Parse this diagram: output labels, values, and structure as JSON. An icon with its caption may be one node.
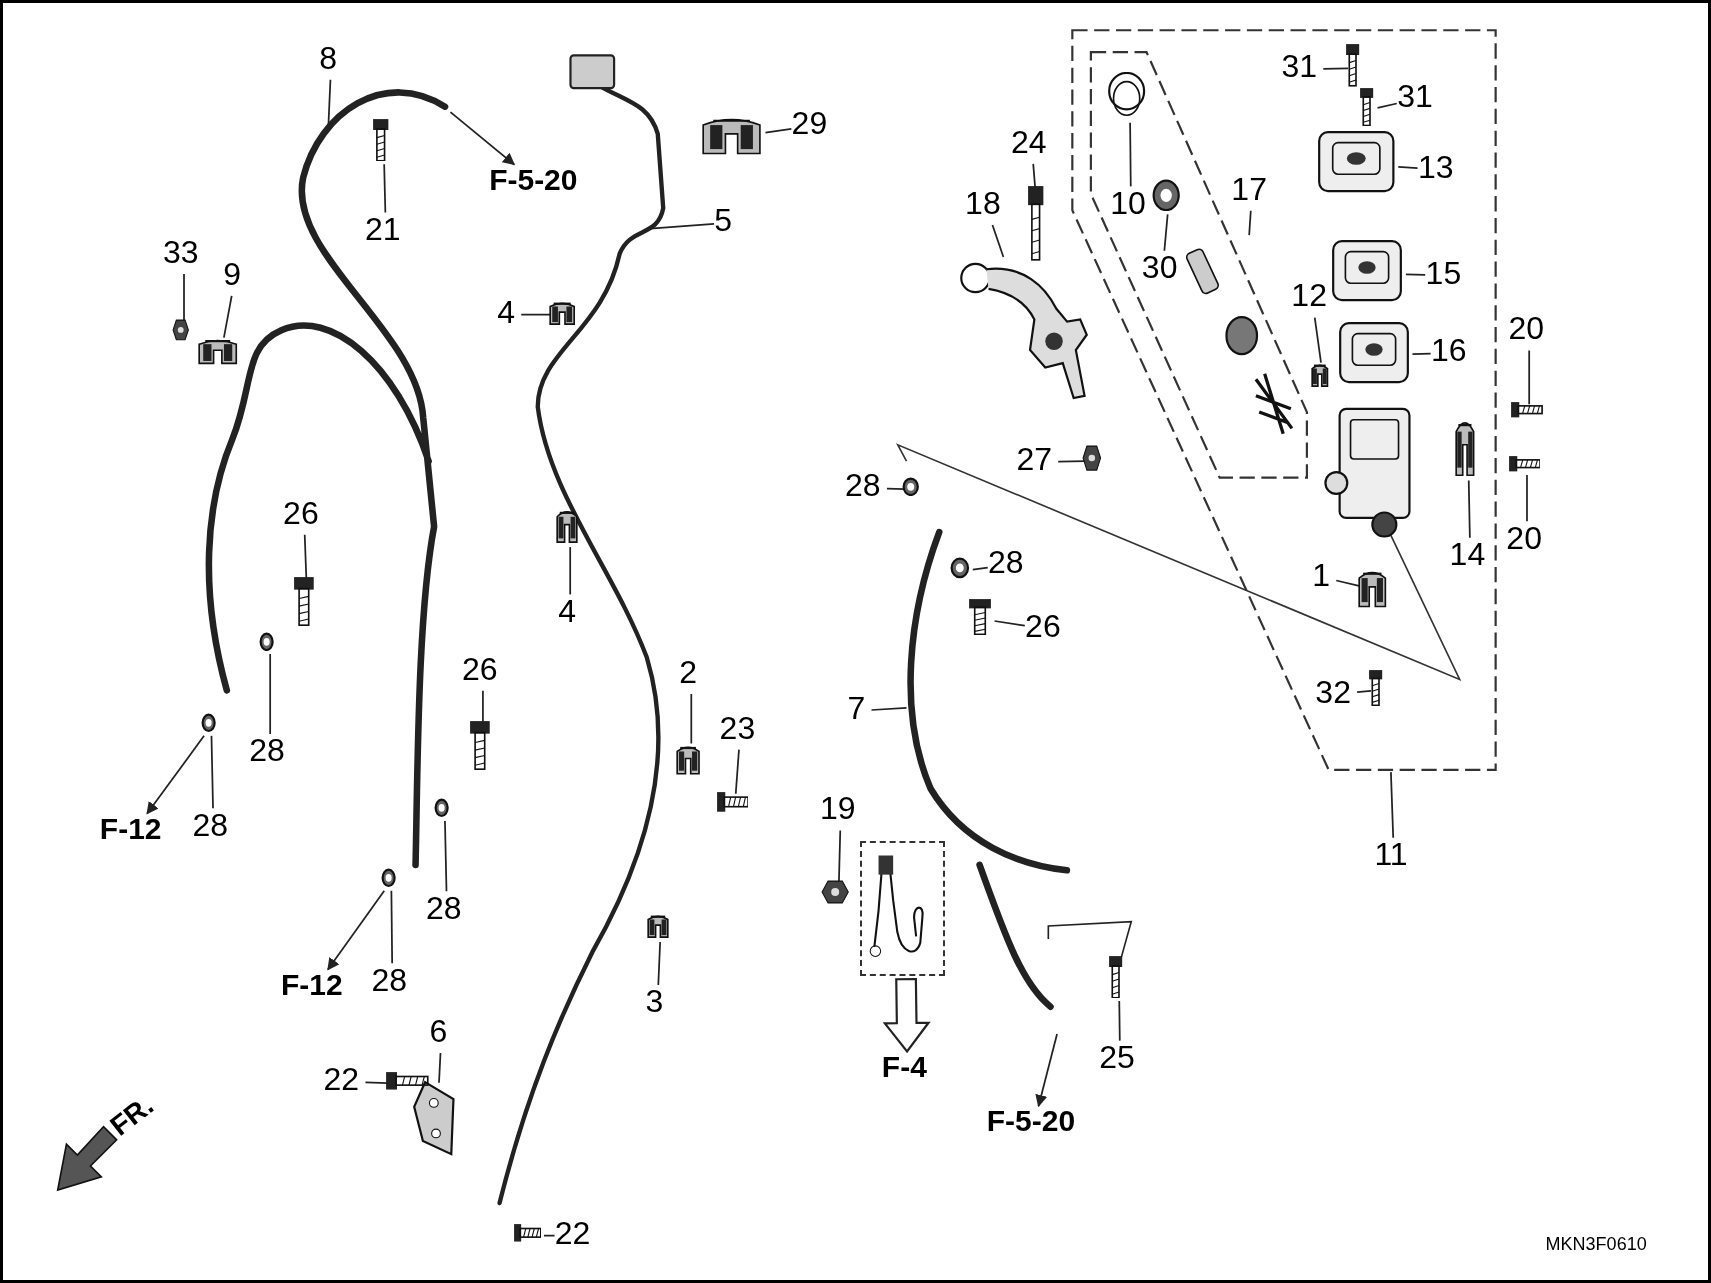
{
  "diagram": {
    "nodes": [
      {
        "text": [
          "1"
        ]
      },
      {
        "text": [],
        "shape": "picture"
      },
      {
        "text": [
          "2"
        ]
      },
      {
        "text": [],
        "shape": "picture"
      },
      {
        "text": [
          "3"
        ]
      },
      {
        "text": [],
        "shape": "picture"
      },
      {
        "text": [
          "4"
        ]
      },
      {
        "text": [],
        "shape": "picture"
      },
      {
        "text": [
          "4"
        ]
      },
      {
        "text": [],
        "shape": "picture"
      },
      {
        "text": [
          "5"
        ]
      },
      {
        "text": [
          "6"
        ]
      },
      {
        "text": [],
        "shape": "picture"
      },
      {
        "text": [
          "7"
        ]
      },
      {
        "text": [
          "8"
        ]
      },
      {
        "text": [
          "9"
        ]
      },
      {
        "text": [],
        "shape": "picture"
      },
      {
        "text": [
          "10"
        ]
      },
      {
        "text": [],
        "shape": "picture"
      },
      {
        "text": [
          "11"
        ]
      },
      {
        "text": [
          "12"
        ]
      },
      {
        "text": [],
        "shape": "picture"
      },
      {
        "text": [
          "13"
        ]
      },
      {
        "text": [],
        "shape": "picture"
      },
      {
        "text": [
          "14"
        ]
      },
      {
        "text": [],
        "shape": "picture"
      },
      {
        "text": [
          "15"
        ]
      },
      {
        "text": [],
        "shape": "picture"
      },
      {
        "text": [
          "16"
        ]
      },
      {
        "text": [],
        "shape": "picture"
      },
      {
        "text": [
          "17"
        ]
      },
      {
        "text": [
          "18"
        ]
      },
      {
        "text": [],
        "shape": "picture"
      },
      {
        "text": [
          "19"
        ]
      },
      {
        "text": [],
        "shape": "picture"
      },
      {
        "text": [
          "20"
        ]
      },
      {
        "text": [],
        "shape": "picture"
      },
      {
        "text": [
          "20"
        ]
      },
      {
        "text": [],
        "shape": "picture"
      },
      {
        "text": [
          "21"
        ]
      },
      {
        "text": [],
        "shape": "picture"
      },
      {
        "text": [
          "22"
        ]
      },
      {
        "text": [],
        "shape": "picture"
      },
      {
        "text": [
          "22"
        ]
      },
      {
        "text": [],
        "shape": "picture"
      },
      {
        "text": [
          "23"
        ]
      },
      {
        "text": [],
        "shape": "picture"
      },
      {
        "text": [
          "24"
        ]
      },
      {
        "text": [],
        "shape": "picture"
      },
      {
        "text": [
          "25"
        ]
      },
      {
        "text": [],
        "shape": "picture"
      },
      {
        "text": [
          "26"
        ]
      },
      {
        "text": [],
        "shape": "picture"
      },
      {
        "text": [
          "26"
        ]
      },
      {
        "text": [],
        "shape": "picture"
      },
      {
        "text": [
          "26"
        ]
      },
      {
        "text": [],
        "shape": "picture"
      },
      {
        "text": [
          "27"
        ]
      },
      {
        "text": [],
        "shape": "picture"
      },
      {
        "text": [
          "28"
        ]
      },
      {
        "text": [],
        "shape": "picture"
      },
      {
        "text": [
          "28"
        ]
      },
      {
        "text": [],
        "shape": "picture"
      },
      {
        "text": [
          "28"
        ]
      },
      {
        "text": [],
        "shape": "picture"
      },
      {
        "text": [
          "28"
        ]
      },
      {
        "text": [],
        "shape": "picture"
      },
      {
        "text": [
          "28"
        ]
      },
      {
        "text": [],
        "shape": "picture"
      },
      {
        "text": [
          "28"
        ]
      },
      {
        "text": [],
        "shape": "picture"
      },
      {
        "text": [
          "29"
        ]
      },
      {
        "text": [],
        "shape": "picture"
      },
      {
        "text": [
          "30"
        ]
      },
      {
        "text": [],
        "shape": "picture"
      },
      {
        "text": [
          "31"
        ]
      },
      {
        "text": [],
        "shape": "picture"
      },
      {
        "text": [
          "31"
        ]
      },
      {
        "text": [],
        "shape": "picture"
      },
      {
        "text": [
          "32"
        ]
      },
      {
        "text": [],
        "shape": "picture"
      },
      {
        "text": [
          "33"
        ]
      },
      {
        "text": [],
        "shape": "picture"
      },
      {
        "text": [
          "F-5-20"
        ]
      },
      {
        "text": [
          "F-5-20"
        ]
      },
      {
        "text": [
          "F-12"
        ]
      },
      {
        "text": [
          "F-12"
        ]
      },
      {
        "text": [],
        "shape": "box"
      },
      {
        "text": [
          "F-4"
        ]
      },
      {
        "text": [],
        "shape": "picture"
      }
    ],
    "edges": [
      {
        "from": 0,
        "to": 1,
        "arrow": "none"
      },
      {
        "from": 2,
        "to": 3,
        "arrow": "none"
      },
      {
        "from": 4,
        "to": 5,
        "arrow": "none"
      },
      {
        "from": 6,
        "to": 7,
        "arrow": "none"
      },
      {
        "from": 8,
        "to": 9,
        "arrow": "none"
      },
      {
        "from": 10,
        "to": null,
        "arrow": "none"
      },
      {
        "from": 11,
        "to": 12,
        "arrow": "none"
      },
      {
        "from": 13,
        "to": null,
        "arrow": "none"
      },
      {
        "from": 14,
        "to": null,
        "arrow": "none"
      },
      {
        "from": 15,
        "to": 16,
        "arrow": "none"
      },
      {
        "from": 17,
        "to": 18,
        "arrow": "none"
      },
      {
        "from": 19,
        "to": null,
        "arrow": "none"
      },
      {
        "from": 20,
        "to": 21,
        "arrow": "none"
      },
      {
        "from": 22,
        "to": 23,
        "arrow": "none"
      },
      {
        "from": 24,
        "to": 25,
        "arrow": "none"
      },
      {
        "from": 26,
        "to": 27,
        "arrow": "none"
      },
      {
        "from": 28,
        "to": 29,
        "arrow": "none"
      },
      {
        "from": 30,
        "to": 89,
        "arrow": "none"
      },
      {
        "from": 31,
        "to": 32,
        "arrow": "none"
      },
      {
        "from": 33,
        "to": 34,
        "arrow": "none"
      },
      {
        "from": 35,
        "to": 36,
        "arrow": "none"
      },
      {
        "from": 37,
        "to": 38,
        "arrow": "none"
      },
      {
        "from": 39,
        "to": 40,
        "arrow": "none"
      },
      {
        "from": 41,
        "to": 42,
        "arrow": "none"
      },
      {
        "from": 43,
        "to": 44,
        "arrow": "none"
      },
      {
        "from": 45,
        "to": 46,
        "arrow": "none"
      },
      {
        "from": 47,
        "to": 48,
        "arrow": "none"
      },
      {
        "from": 49,
        "to": 50,
        "arrow": "none"
      },
      {
        "from": 51,
        "to": 52,
        "arrow": "none"
      },
      {
        "from": 53,
        "to": 54,
        "arrow": "none"
      },
      {
        "from": 55,
        "to": 56,
        "arrow": "none"
      },
      {
        "from": 57,
        "to": 58,
        "arrow": "none"
      },
      {
        "from": 59,
        "to": 60,
        "arrow": "none"
      },
      {
        "from": 61,
        "to": 62,
        "arrow": "none"
      },
      {
        "from": 63,
        "to": 64,
        "arrow": "none"
      },
      {
        "from": 65,
        "to": 66,
        "arrow": "none"
      },
      {
        "from": 67,
        "to": 68,
        "arrow": "none"
      },
      {
        "from": 69,
        "to": 70,
        "arrow": "none"
      },
      {
        "from": 71,
        "to": 72,
        "arrow": "none"
      },
      {
        "from": 73,
        "to": 74,
        "arrow": "none"
      },
      {
        "from": 75,
        "to": 76,
        "arrow": "none"
      },
      {
        "from": 77,
        "to": 78,
        "arrow": "none"
      },
      {
        "from": 79,
        "to": 80,
        "arrow": "none"
      },
      {
        "from": 81,
        "to": 82,
        "arrow": "none"
      },
      {
        "from": null,
        "to": 83,
        "arrow": "to"
      },
      {
        "from": null,
        "to": 84,
        "arrow": "to"
      },
      {
        "from": 66,
        "to": 85,
        "arrow": "to"
      },
      {
        "from": 70,
        "to": 86,
        "arrow": "to"
      },
      {
        "from": 87,
        "to": 88,
        "arrow": "to",
        "style": "thick"
      }
    ],
    "labels": [
      "FR.",
      "MKN3F0610"
    ]
  }
}
